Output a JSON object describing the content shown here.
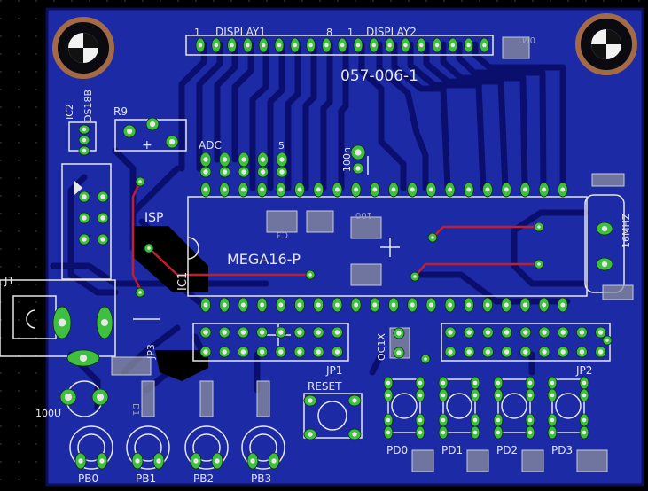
{
  "board": {
    "title": "057-006-1",
    "ic_name": "MEGA16-P",
    "ic_ref": "IC1",
    "colors": {
      "background": "#000000",
      "board_fill": "#1c2aa6",
      "board_edge": "#0d0d5a",
      "trace_bottom": "#0a0f6e",
      "trace_top": "#c0202e",
      "pad_fill": "#3fbf3f",
      "pad_hole": "#e8e8e8",
      "silkscreen": "#e6e6e6",
      "mounting_ring": "#a26a46"
    }
  },
  "labels": {
    "display1": "DISPLAY1",
    "display2": "DISPLAY2",
    "hdr_1a": "1",
    "hdr_8": "8",
    "hdr_1b": "1",
    "adc": "ADC",
    "adc_5": "5",
    "r9": "R9",
    "ic2": "IC2",
    "ds18": "DS18B",
    "isp": "ISP",
    "j1": "J1",
    "jp1": "JP1",
    "jp2": "JP2",
    "jp3": "JP3",
    "reset": "RESET",
    "osc": "OC1X",
    "xtal": "16MHZ",
    "cap100u": "100U",
    "cap100n": "100n",
    "tr_a": "+",
    "pb0": "PB0",
    "pb1": "PB1",
    "pb2": "PB2",
    "pb3": "PB3",
    "pd0": "PD0",
    "pd1": "PD1",
    "pd2": "PD2",
    "pd3": "PD3",
    "rot1": "0M1",
    "rot2": "C3",
    "rot3": "100",
    "rot4": "D1"
  }
}
